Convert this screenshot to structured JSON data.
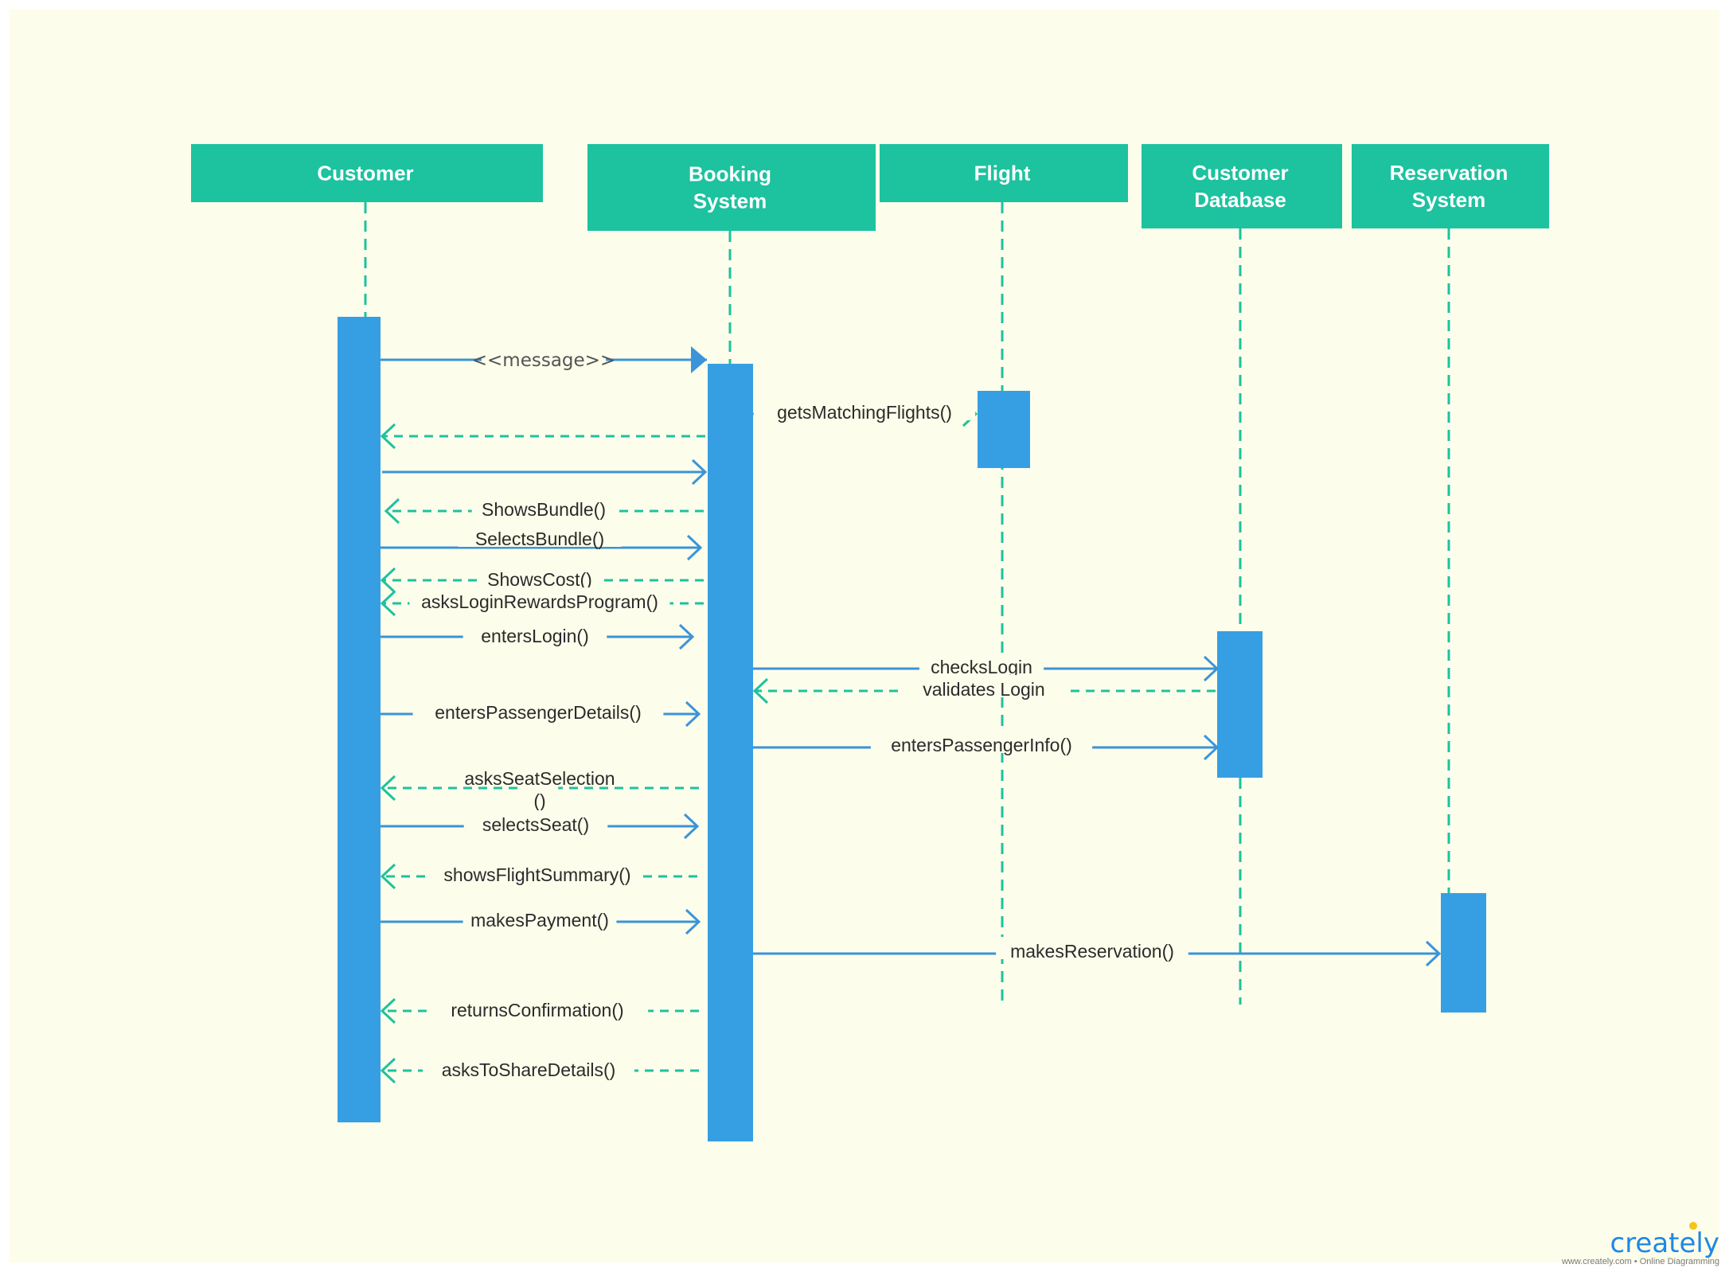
{
  "colors": {
    "background": "#fdfdeb",
    "header": "#1dc29f",
    "activation": "#369fe3",
    "sync_arrow": "#3b94d8",
    "return_arrow": "#1dc29f"
  },
  "participants": [
    {
      "id": "customer",
      "lines": [
        "Customer"
      ]
    },
    {
      "id": "booking",
      "lines": [
        "Booking",
        "System"
      ]
    },
    {
      "id": "flight",
      "lines": [
        "Flight"
      ]
    },
    {
      "id": "custdb",
      "lines": [
        "Customer",
        "Database"
      ]
    },
    {
      "id": "reservation",
      "lines": [
        "Reservation",
        "System"
      ]
    }
  ],
  "messages": [
    {
      "from": "customer",
      "to": "booking",
      "kind": "sync",
      "style": "filled",
      "label": "<<message>>"
    },
    {
      "from": "booking",
      "to": "flight",
      "kind": "return",
      "label": "getsMatchingFlights()"
    },
    {
      "from": "booking",
      "to": "customer",
      "kind": "return",
      "label": ""
    },
    {
      "from": "customer",
      "to": "booking",
      "kind": "sync",
      "label": ""
    },
    {
      "from": "booking",
      "to": "customer",
      "kind": "return",
      "label": "ShowsBundle()"
    },
    {
      "from": "customer",
      "to": "booking",
      "kind": "sync",
      "label": "SelectsBundle()"
    },
    {
      "from": "booking",
      "to": "customer",
      "kind": "return",
      "label": "ShowsCost()"
    },
    {
      "from": "booking",
      "to": "customer",
      "kind": "return",
      "label": "asksLoginRewardsProgram()"
    },
    {
      "from": "customer",
      "to": "booking",
      "kind": "sync",
      "label": "entersLogin()"
    },
    {
      "from": "booking",
      "to": "custdb",
      "kind": "sync",
      "label": "checksLogin"
    },
    {
      "from": "custdb",
      "to": "booking",
      "kind": "return",
      "label": "validates Login"
    },
    {
      "from": "customer",
      "to": "booking",
      "kind": "sync",
      "label": "entersPassengerDetails()"
    },
    {
      "from": "booking",
      "to": "custdb",
      "kind": "sync",
      "label": "entersPassengerInfo()"
    },
    {
      "from": "booking",
      "to": "customer",
      "kind": "return",
      "label": "asksSeatSelection",
      "label2": "()"
    },
    {
      "from": "customer",
      "to": "booking",
      "kind": "sync",
      "label": "selectsSeat()"
    },
    {
      "from": "booking",
      "to": "customer",
      "kind": "return",
      "label": "showsFlightSummary()"
    },
    {
      "from": "customer",
      "to": "booking",
      "kind": "sync",
      "label": "makesPayment()"
    },
    {
      "from": "booking",
      "to": "reservation",
      "kind": "sync",
      "label": "makesReservation()"
    },
    {
      "from": "booking",
      "to": "customer",
      "kind": "return",
      "label": "returnsConfirmation()"
    },
    {
      "from": "booking",
      "to": "customer",
      "kind": "return",
      "label": "asksToShareDetails()"
    }
  ],
  "branding": {
    "logo": "creately",
    "tagline": "www.creately.com • Online Diagramming"
  }
}
